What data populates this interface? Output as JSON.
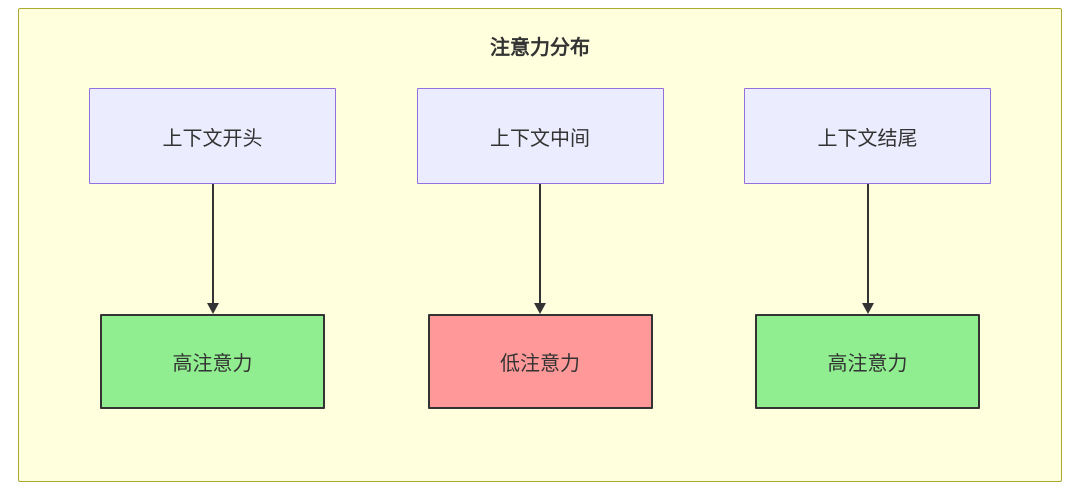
{
  "diagram": {
    "title": "注意力分布",
    "columns": [
      {
        "source": "上下文开头",
        "target": "高注意力",
        "level": "high"
      },
      {
        "source": "上下文中间",
        "target": "低注意力",
        "level": "low"
      },
      {
        "source": "上下文结尾",
        "target": "高注意力",
        "level": "high"
      }
    ],
    "colors": {
      "container_bg": "#ffffde",
      "container_border": "#aaaa33",
      "source_node_bg": "#ececff",
      "source_node_border": "#9370db",
      "high_attention_bg": "#90ee90",
      "low_attention_bg": "#ff9999",
      "node_border": "#333333",
      "arrow": "#333333"
    }
  }
}
